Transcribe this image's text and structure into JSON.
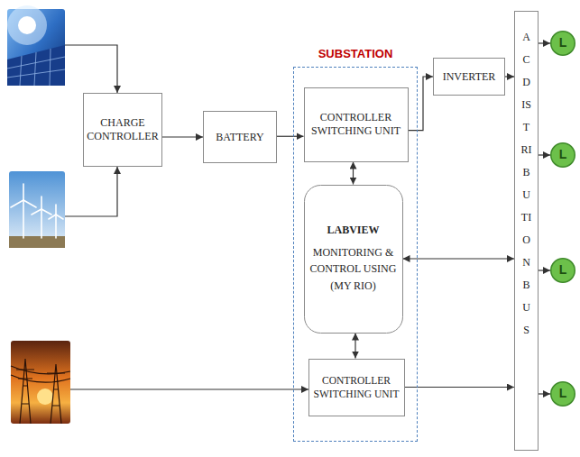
{
  "diagram": {
    "nodes": [
      {
        "text": [
          "CHARGE CONTROLLER"
        ]
      },
      {
        "text": [
          "BATTERY"
        ]
      },
      {
        "text": [
          "SUBSTATION"
        ]
      },
      {
        "text": [
          "CONTROLLER SWITCHING UNIT"
        ],
        "in": 2
      },
      {
        "text": [
          "LABVIEW",
          "MONITORING & CONTROL USING (MY RIO)"
        ],
        "in": 2
      },
      {
        "text": [
          "CONTROLLER SWITCHING UNIT"
        ],
        "in": 2
      },
      {
        "text": [
          "INVERTER"
        ]
      },
      {
        "text": [
          "AC DISTRIBUTION BUS"
        ]
      },
      {
        "text": [
          "L"
        ]
      },
      {
        "text": [
          "L"
        ]
      },
      {
        "text": [
          "L"
        ]
      },
      {
        "text": [
          "L"
        ]
      }
    ],
    "edges": [
      {
        "from": 0,
        "to": 1,
        "arrow": "to"
      },
      {
        "from": 1,
        "to": 3,
        "arrow": "to"
      },
      {
        "from": 3,
        "to": 6,
        "arrow": "to"
      },
      {
        "from": 6,
        "to": 7,
        "arrow": "to"
      },
      {
        "from": 4,
        "to": 3,
        "arrow": "both"
      },
      {
        "from": 4,
        "to": 7,
        "arrow": "both"
      },
      {
        "from": 4,
        "to": 5,
        "arrow": "both"
      },
      {
        "from": 5,
        "to": 7,
        "arrow": "to"
      },
      {
        "from": 7,
        "to": 8,
        "arrow": "to"
      },
      {
        "from": 7,
        "to": 9,
        "arrow": "to"
      },
      {
        "from": 7,
        "to": 10,
        "arrow": "to"
      },
      {
        "from": 7,
        "to": 11,
        "arrow": "to"
      }
    ]
  }
}
